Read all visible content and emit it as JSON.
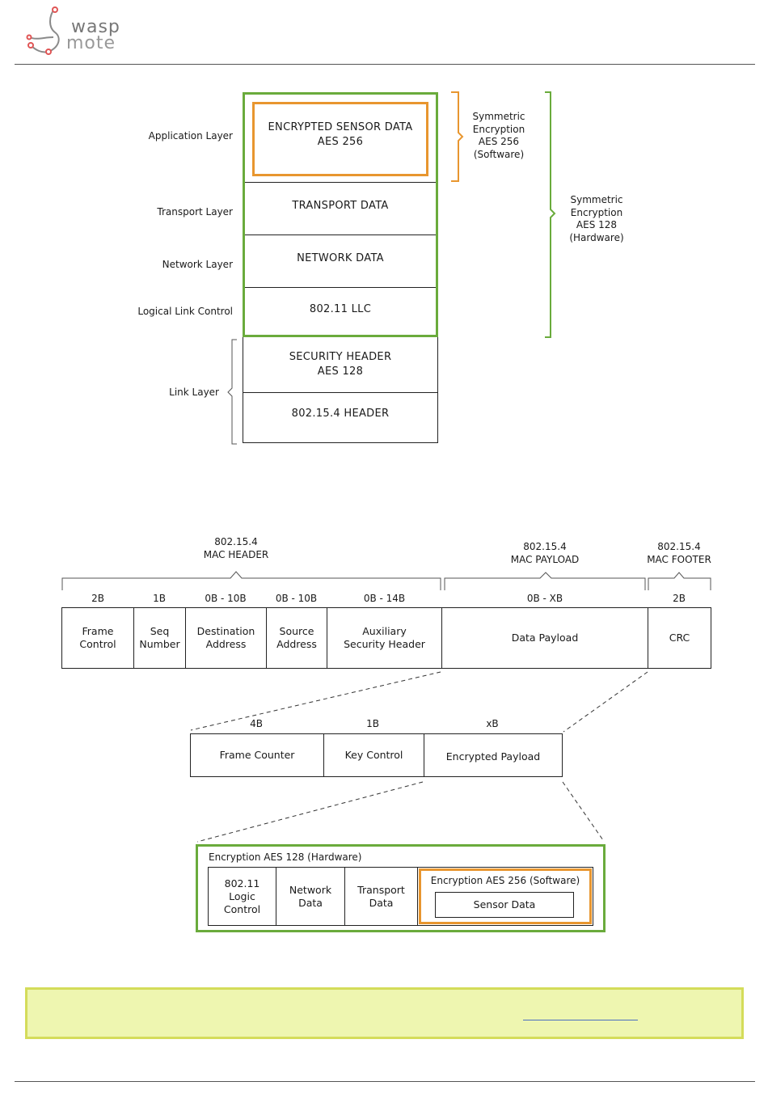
{
  "logo": {
    "text": "waspmote"
  },
  "stack": {
    "layer_labels": [
      "Application Layer",
      "Transport Layer",
      "Network Layer",
      "Logical Link Control",
      "Link Layer"
    ],
    "app_box": [
      "ENCRYPTED SENSOR DATA",
      "AES 256"
    ],
    "rows": [
      "TRANSPORT DATA",
      "NETWORK DATA",
      "802.11  LLC"
    ],
    "security_header": [
      "SECURITY HEADER",
      "AES 128"
    ],
    "mac_header": "802.15.4 HEADER",
    "software_enc": [
      "Symmetric",
      "Encryption",
      "AES 256",
      "(Software)"
    ],
    "hardware_enc": [
      "Symmetric",
      "Encryption",
      "AES 128",
      "(Hardware)"
    ]
  },
  "frame": {
    "groups": [
      [
        "802.15.4",
        "MAC HEADER"
      ],
      [
        "802.15.4",
        "MAC PAYLOAD"
      ],
      [
        "802.15.4",
        "MAC FOOTER"
      ]
    ],
    "sizes": [
      "2B",
      "1B",
      "0B - 10B",
      "0B - 10B",
      "0B - 14B",
      "0B - XB",
      "2B"
    ],
    "fields": [
      [
        "Frame",
        "Control"
      ],
      [
        "Seq",
        "Number"
      ],
      [
        "Destination",
        "Address"
      ],
      [
        "Source",
        "Address"
      ],
      [
        "Auxiliary",
        "Security Header"
      ],
      [
        "Data Payload"
      ],
      [
        "CRC"
      ]
    ]
  },
  "payload": {
    "sizes": [
      "4B",
      "1B",
      "xB"
    ],
    "fields": [
      "Frame Counter",
      "Key Control",
      "Encrypted Payload"
    ]
  },
  "encrypted": {
    "hw_title": "Encryption AES 128 (Hardware)",
    "cells": [
      [
        "802.11",
        "Logic",
        "Control"
      ],
      [
        "Network",
        "Data"
      ],
      [
        "Transport",
        "Data"
      ]
    ],
    "sw_title": "Encryption AES 256 (Software)",
    "sensor": "Sensor Data"
  },
  "colors": {
    "green": "#6aab3c",
    "orange": "#e8962f",
    "note_bg": "#eef6b0",
    "note_border": "#d4dc5a"
  }
}
